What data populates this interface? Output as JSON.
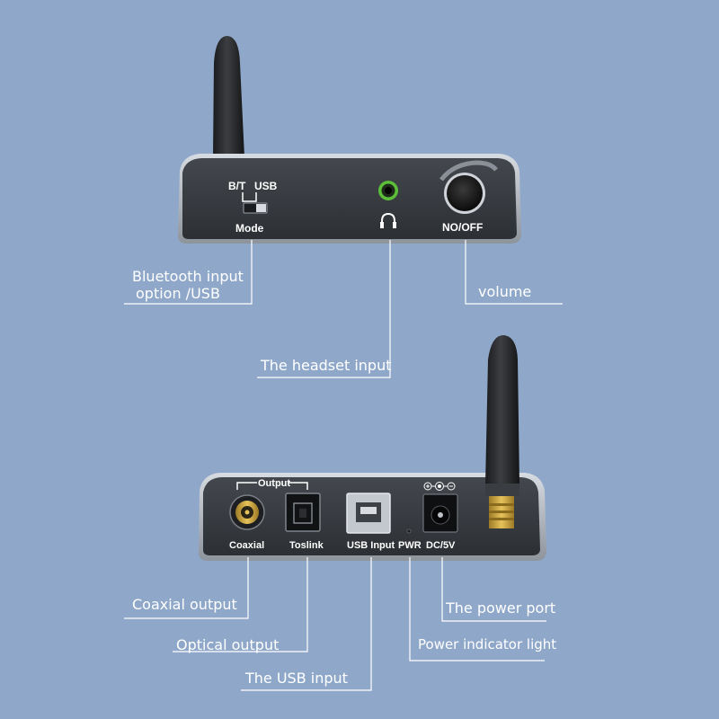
{
  "top_device": {
    "switch_left_label": "B/T",
    "switch_right_label": "USB",
    "mode_label": "Mode",
    "power_label": "NO/OFF"
  },
  "bottom_device": {
    "output_group_label": "Output",
    "coaxial_label": "Coaxial",
    "toslink_label": "Toslink",
    "usb_label": "USB Input",
    "pwr_label": "PWR",
    "dc_label": "DC/5V"
  },
  "callouts": {
    "bluetooth_line1": "Bluetooth input",
    "bluetooth_line2": "option /USB",
    "volume": "volume",
    "headset": "The headset input",
    "coaxial": "Coaxial output",
    "optical": "Optical output",
    "usb": "The USB input",
    "power_port": "The power port",
    "power_light": "Power indicator light"
  },
  "colors": {
    "background": "#8fa8c9",
    "device_body": "#3a3d42",
    "device_edge": "#c9ced6",
    "label_text": "#ffffff",
    "connector_line": "#ffffff",
    "headset_ring": "#5bbf3a",
    "coax_gold": "#c9a640",
    "antenna_connector": "#d2a93c"
  }
}
